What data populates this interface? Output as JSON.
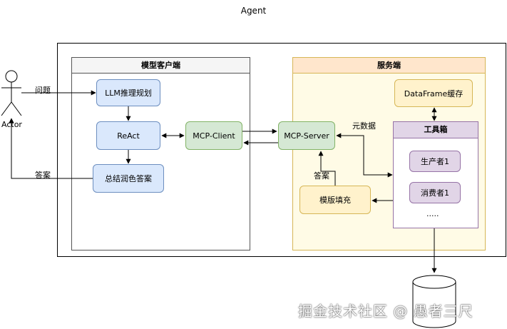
{
  "title": "Agent",
  "actor_label": "Actor",
  "edge_labels": {
    "question": "问题",
    "answer_out": "答案",
    "answer_in": "答案",
    "metadata": "元数据"
  },
  "client_panel": {
    "title": "模型客户端",
    "nodes": {
      "planning": "LLM推理规划",
      "react": "ReAct",
      "summary": "总结润色答案",
      "mcp_client": "MCP-Client"
    }
  },
  "server_panel": {
    "title": "服务端",
    "nodes": {
      "mcp_server": "MCP-Server",
      "dataframe_cache": "DataFrame缓存",
      "template_fill": "模版填充"
    },
    "toolbox": {
      "title": "工具箱",
      "items": [
        "生产者1",
        "消费者1"
      ],
      "more": "....."
    }
  },
  "watermark": "掘金技术社区 @ 愚者三尺",
  "colors": {
    "blue_fill": "#dae8fc",
    "green_fill": "#d5e8d4",
    "yellow_fill": "#fff2cc",
    "purple_fill": "#e1d5e7",
    "server_header": "#ffe6cc"
  }
}
